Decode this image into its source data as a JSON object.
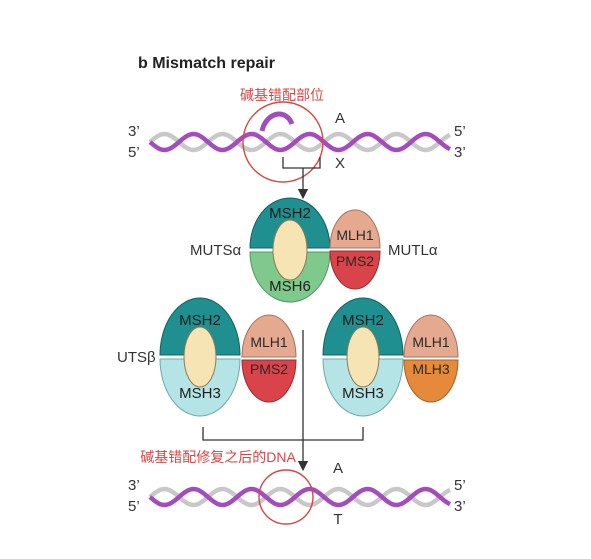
{
  "title": "b  Mismatch repair",
  "colors": {
    "strand_purple": "#a44cbe",
    "strand_grey": "#c8c8c8",
    "highlight_red": "#d94545",
    "msh2_teal": "#1f8f8f",
    "msh6_green": "#7fc98c",
    "msh3_light": "#b5e4e6",
    "mlh1_peach": "#e4a98e",
    "pms2_red": "#d9434a",
    "mlh3_orange": "#e5893a",
    "core_cream": "#f6e4b4"
  },
  "top_dna": {
    "mismatch_label": "碱基错配部位",
    "base_label": "A",
    "mismatch_base": "X",
    "left_top": "3’",
    "left_bottom": "5’",
    "right_top": "5’",
    "right_bottom": "3’"
  },
  "muts_alpha": {
    "label": "MUTSα",
    "top": "MSH2",
    "bottom": "MSH6"
  },
  "mutl_alpha": {
    "label": "MUTLα",
    "top": "MLH1",
    "bottom": "PMS2"
  },
  "muts_beta": {
    "label": "UTSβ",
    "top": "MSH2",
    "bottom": "MSH3",
    "partner_top": "MLH1",
    "partner_bottom": "PMS2"
  },
  "right_complex": {
    "top": "MSH2",
    "bottom": "MSH3",
    "partner_top": "MLH1",
    "partner_bottom": "MLH3"
  },
  "bottom_dna": {
    "repaired_label": "碱基错配修复之后的DNA",
    "base_top": "A",
    "base_bottom": "T",
    "left_top": "3’",
    "left_bottom": "5’",
    "right_top": "5’",
    "right_bottom": "3’"
  }
}
